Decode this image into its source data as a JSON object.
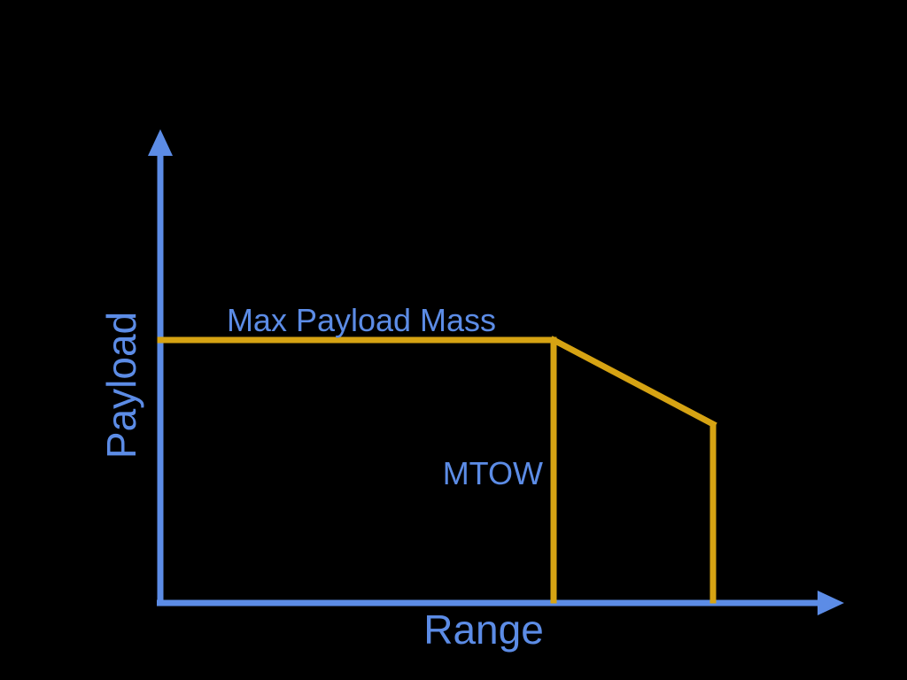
{
  "colors": {
    "background": "#000000",
    "axis": "#5C8CE6",
    "text": "#5C8CE6",
    "envelope": "#D6A313"
  },
  "labels": {
    "y_axis": "Payload",
    "x_axis": "Range",
    "max_payload": "Max Payload Mass",
    "mtow": "MTOW"
  },
  "chart_data": {
    "type": "line",
    "title": "Payload-Range diagram (conceptual, no numeric scale or ticks shown)",
    "xlabel": "Range",
    "ylabel": "Payload",
    "xlim": [
      0,
      1
    ],
    "ylim": [
      0,
      1
    ],
    "grid": false,
    "legend": "none",
    "axes_style": "arrow-tipped axes, no tick marks, no tick labels, black background",
    "series": [
      {
        "name": "payload-range-envelope",
        "x": [
          0,
          0.58,
          0.81
        ],
        "y": [
          0.56,
          0.56,
          0.38
        ],
        "note": "relative coordinates; flat plateau at maximum payload from x=0 to x=0.58, then linear decrease to (0.81, 0.38)"
      }
    ],
    "reference_lines": [
      {
        "name": "mtow-drop-line",
        "from": [
          0.58,
          0.56
        ],
        "to": [
          0.58,
          0
        ]
      },
      {
        "name": "max-range-drop-line",
        "from": [
          0.81,
          0.38
        ],
        "to": [
          0.81,
          0
        ]
      }
    ],
    "annotations": [
      {
        "text": "Max Payload Mass",
        "position": "above the plateau segment, left of its right end"
      },
      {
        "text": "MTOW",
        "position": "left of the vertical drop line at x=0.58, at mid height"
      }
    ]
  }
}
